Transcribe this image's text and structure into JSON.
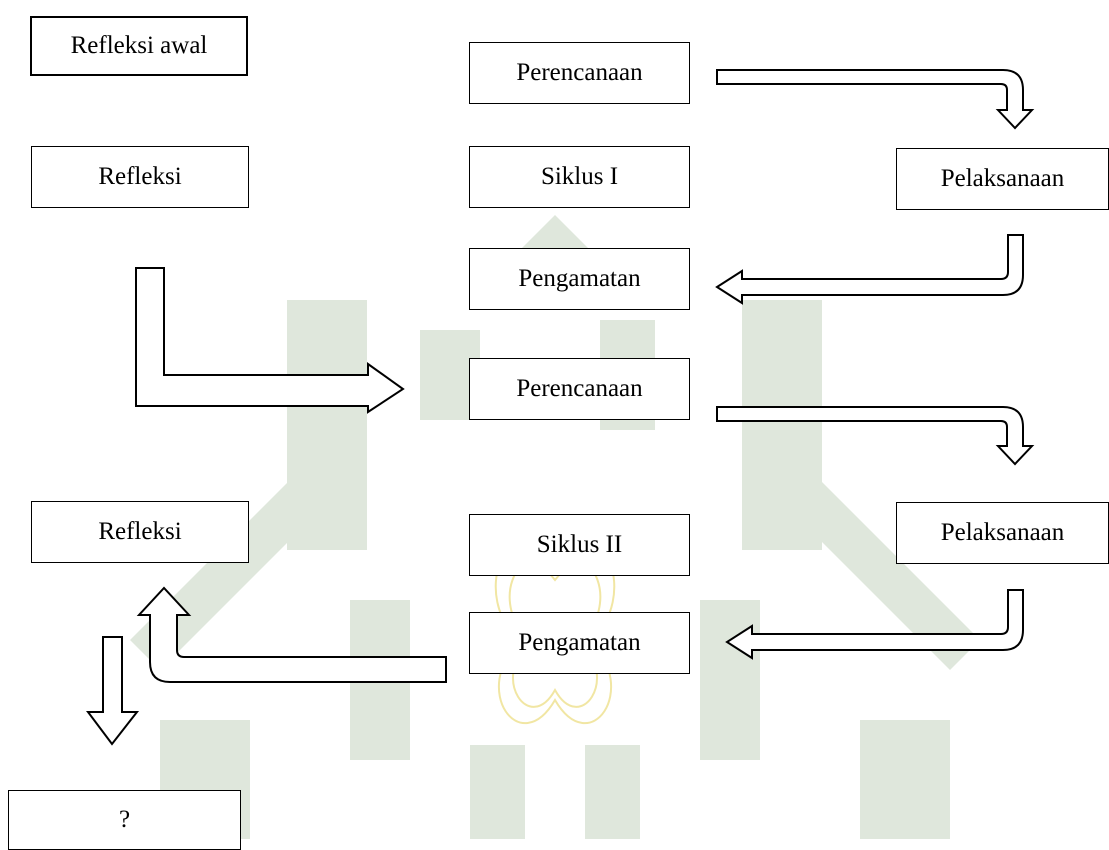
{
  "diagram": {
    "initial_reflection": "Refleksi awal",
    "cycle1": {
      "label": "Siklus I",
      "planning": "Perencanaan",
      "action": "Pelaksanaan",
      "observation": "Pengamatan",
      "reflection": "Refleksi"
    },
    "cycle2": {
      "label": "Siklus II",
      "planning": "Perencanaan",
      "action": "Pelaksanaan",
      "observation": "Pengamatan",
      "reflection": "Refleksi"
    },
    "outcome": "?"
  },
  "colors": {
    "background": "#ffffff",
    "stroke": "#000000",
    "watermark_green": "#d3ddd0",
    "watermark_gold": "#f1e6a3"
  },
  "watermark": "logo"
}
